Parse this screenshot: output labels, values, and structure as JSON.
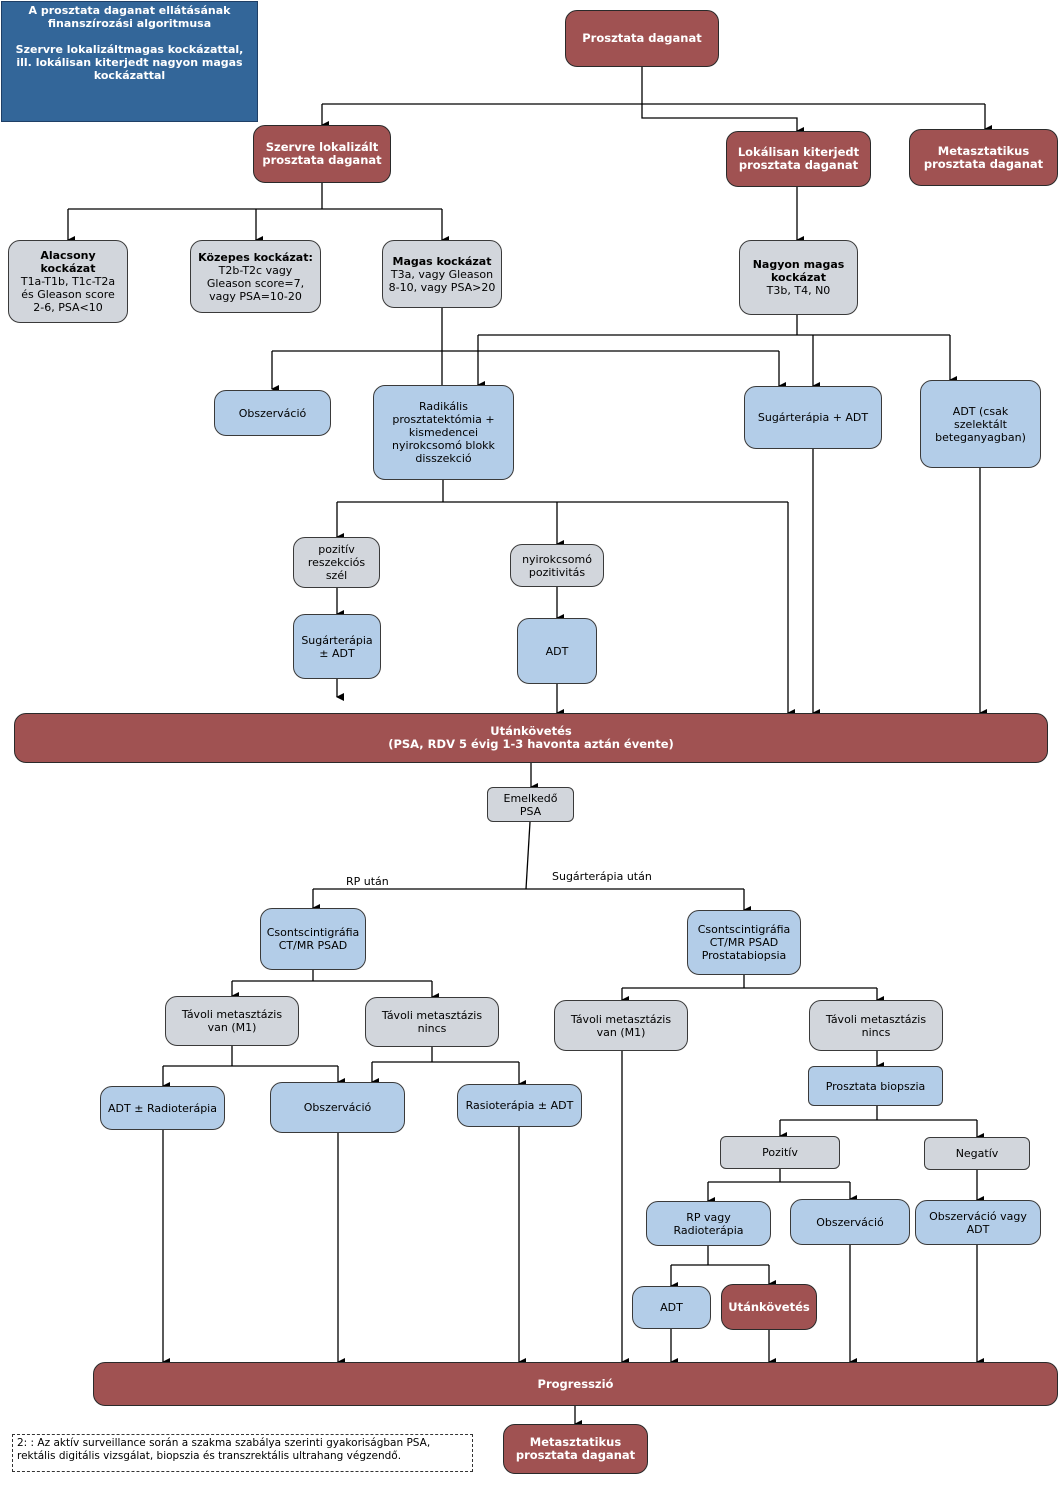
{
  "title_box": {
    "line1": "A prosztata daganat ellátásának finanszírozási algoritmusa",
    "line2": "Szervre lokalizáltmagas kockázattal, ill. lokálisan kiterjedt nagyon magas kockázattal"
  },
  "nodes": {
    "prostate_cancer": "Prosztata daganat",
    "organ_confined": "Szervre lokalizált prosztata daganat",
    "locally_advanced": "Lokálisan kiterjedt prosztata daganat",
    "metastatic_top": "Metasztatikus prosztata daganat",
    "low_risk_title": "Alacsony kockázat",
    "low_risk_text": "T1a-T1b, T1c-T2a és Gleason score 2-6, PSA<10",
    "mid_risk_title": "Közepes kockázat:",
    "mid_risk_text": "T2b-T2c vagy Gleason score=7, vagy PSA=10-20",
    "high_risk_title": "Magas kockázat",
    "high_risk_text": "T3a, vagy Gleason 8-10, vagy PSA>20",
    "very_high_title": "Nagyon magas kockázat",
    "very_high_text": "T3b, T4, N0",
    "observation_1": "Obszerváció",
    "radical_prostatectomy": "Radikális prosztatektómia + kismedencei nyirokcsomó blokk disszekció",
    "radiotherapy_adt": "Sugárterápia + ADT",
    "adt_selected": "ADT (csak szelektált beteganyagban)",
    "positive_margin": "pozitív reszekciós szél",
    "lymph_positive": "nyirokcsomó pozitivitás",
    "radiotherapy_pm_adt": "Sugárterápia ± ADT",
    "adt_1": "ADT",
    "followup_title": "Utánkövetés",
    "followup_text": "(PSA, RDV 5 évig 1-3 havonta aztán évente)",
    "rising_psa": "Emelkedő PSA",
    "imaging_left": "Csontscintigráfia CT/MR PSAD",
    "imaging_right": "Csontscintigráfia CT/MR PSAD Prostatabiopsia",
    "distant_meta_yes_left": "Távoli metasztázis van (M1)",
    "distant_meta_no_left": "Távoli metasztázis nincs",
    "distant_meta_yes_right": "Távoli metasztázis van (M1)",
    "distant_meta_no_right": "Távoli metasztázis nincs",
    "adt_radiotherapy": "ADT ± Radioterápia",
    "observation_2": "Obszerváció",
    "rasiotherapy_adt": "Rasioterápia ± ADT",
    "prostate_biopsy": "Prosztata biopszia",
    "positive": "Pozitív",
    "negative": "Negatív",
    "rp_or_radiotherapy": "RP vagy Radioterápia",
    "observation_3": "Obszerváció",
    "observation_or_adt": "Obszerváció vagy ADT",
    "adt_2": "ADT",
    "followup_2": "Utánkövetés",
    "progression": "Progresszió",
    "metastatic_bottom": "Metasztatikus prosztata daganat"
  },
  "edge_labels": {
    "after_rp": "RP után",
    "after_radiotherapy": "Sugárterápia után"
  },
  "footnote": "2: : Az aktív surveillance során a szakma szabálya szerinti gyakoriságban PSA, rektális digitális vizsgálat, biopszia és transzrektális ultrahang végzendő.",
  "colors": {
    "red_box": "#a05252",
    "gray_box": "#d2d6dc",
    "blue_box": "#b3cde8",
    "title_box": "#336699"
  }
}
